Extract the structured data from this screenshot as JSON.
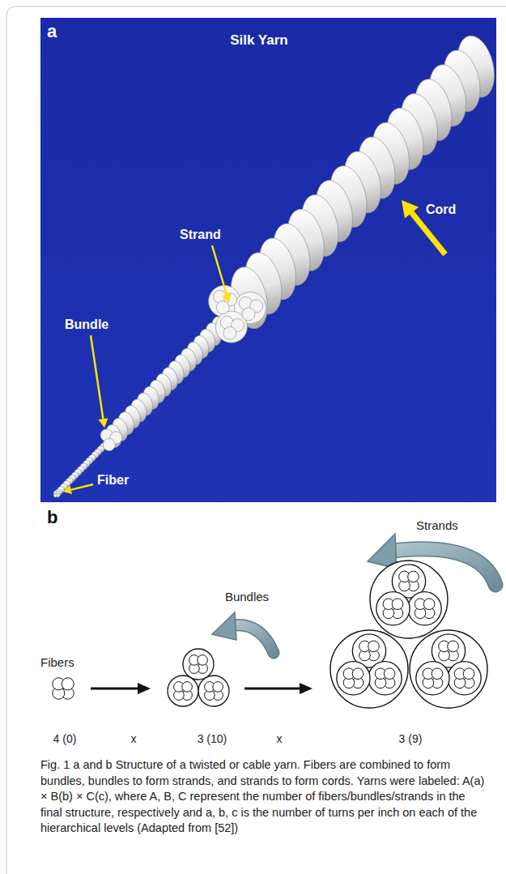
{
  "diagram": {
    "caption": "Fig. 1 a and b Structure of a twisted or cable yarn. Fibers are combined to form bundles, bundles to form strands, and strands to form cords. Yarns were labeled: A(a) × B(b) × C(c), where A, B, C represent the number of fibers/bundles/strands in the final structure, respectively and a, b, c is the number of turns per inch on each of the hierarchical levels (Adapted from [52])",
    "labels": [
      "a",
      "Silk Yarn",
      "Strand",
      "Cord",
      "Bundle",
      "Fiber",
      "b",
      "Strands",
      "Bundles",
      "Fibers",
      "4 (0)",
      "x",
      "3 (10)",
      "x",
      "3 (9)"
    ]
  }
}
